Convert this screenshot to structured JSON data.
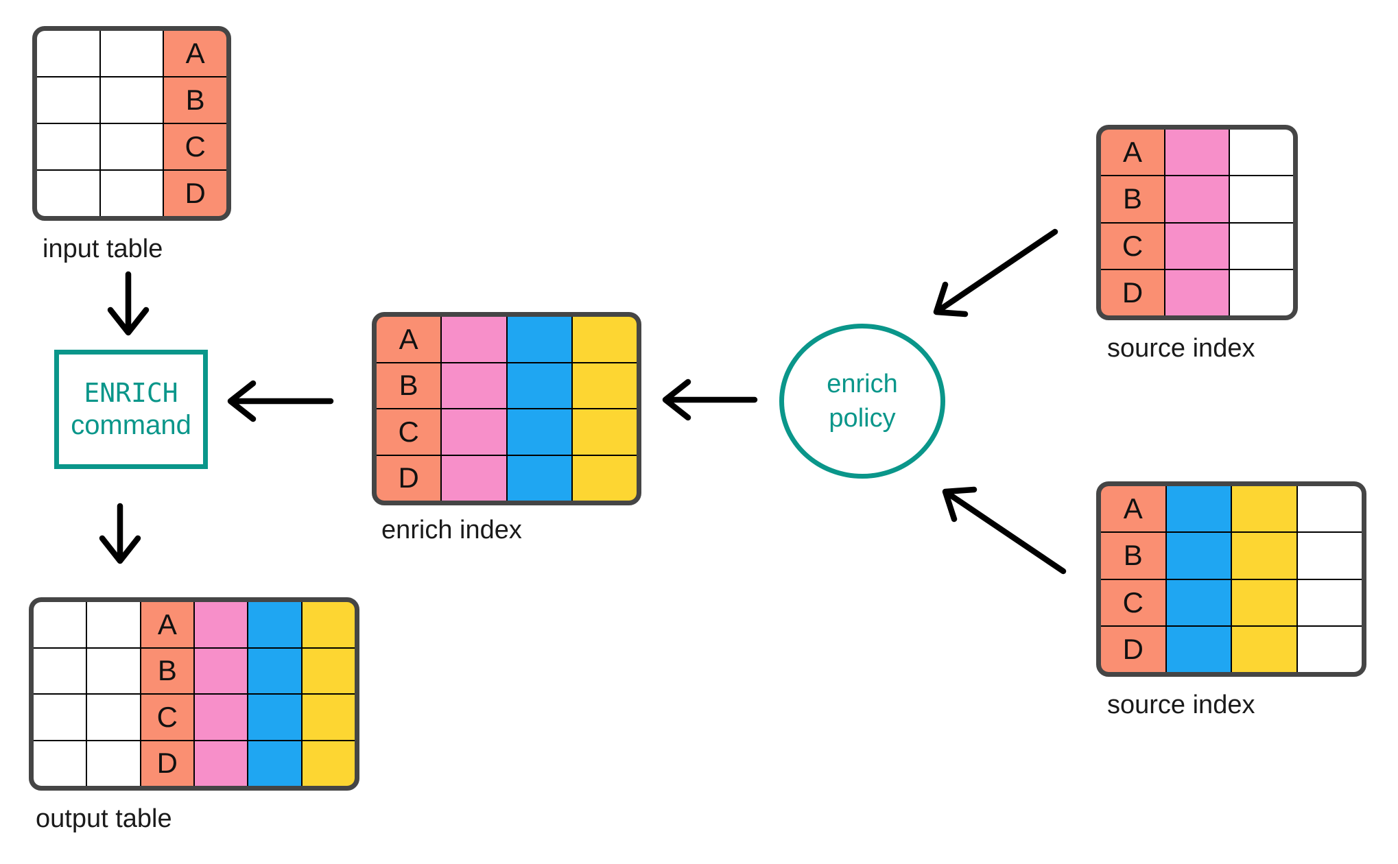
{
  "colors": {
    "white": "#ffffff",
    "salmon": "#fa8f72",
    "pink": "#f78fc9",
    "blue": "#1fa6f2",
    "yellow": "#fdd632",
    "teal": "#0a968a",
    "table_border": "#454545",
    "arrow_black": "#000000",
    "text": "#1a1a1a"
  },
  "nodes": {
    "enrich_command": {
      "line1": "ENRICH",
      "line2": "command"
    },
    "enrich_policy": {
      "line1": "enrich",
      "line2": "policy"
    }
  },
  "tables": {
    "input": {
      "label": "input table",
      "key_letters": [
        "A",
        "B",
        "C",
        "D"
      ],
      "columns": [
        "white",
        "white",
        "salmon"
      ],
      "key_col": 2
    },
    "output": {
      "label": "output table",
      "key_letters": [
        "A",
        "B",
        "C",
        "D"
      ],
      "columns": [
        "white",
        "white",
        "salmon",
        "pink",
        "blue",
        "yellow"
      ],
      "key_col": 2
    },
    "enrich": {
      "label": "enrich index",
      "key_letters": [
        "A",
        "B",
        "C",
        "D"
      ],
      "columns": [
        "salmon",
        "pink",
        "blue",
        "yellow"
      ],
      "key_col": 0
    },
    "source1": {
      "label": "source index",
      "key_letters": [
        "A",
        "B",
        "C",
        "D"
      ],
      "columns": [
        "salmon",
        "pink",
        "white"
      ],
      "key_col": 0
    },
    "source2": {
      "label": "source index",
      "key_letters": [
        "A",
        "B",
        "C",
        "D"
      ],
      "columns": [
        "salmon",
        "blue",
        "yellow",
        "white"
      ],
      "key_col": 0
    }
  }
}
